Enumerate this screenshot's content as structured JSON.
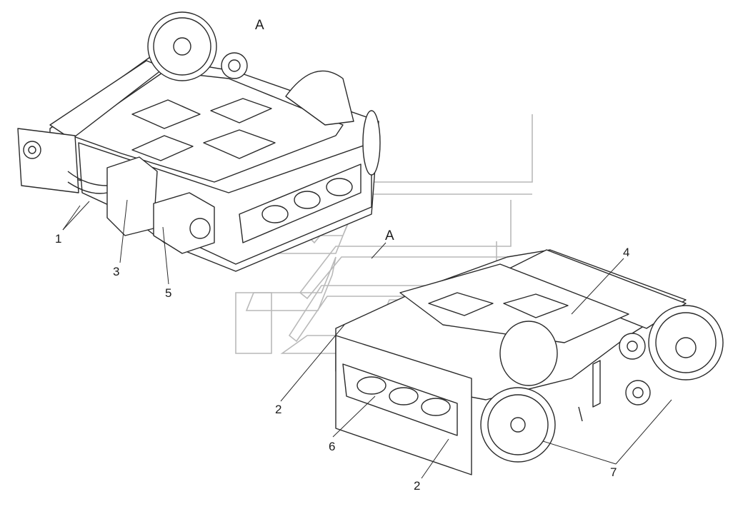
{
  "diagram": {
    "view_labels": [
      "A",
      "A"
    ],
    "callouts": [
      "1",
      "3",
      "5",
      "4",
      "2",
      "6",
      "2",
      "7"
    ],
    "colors": {
      "line": "#2a2a2a",
      "watermark": "#b9b9b9",
      "fill": "#ffffff"
    }
  }
}
